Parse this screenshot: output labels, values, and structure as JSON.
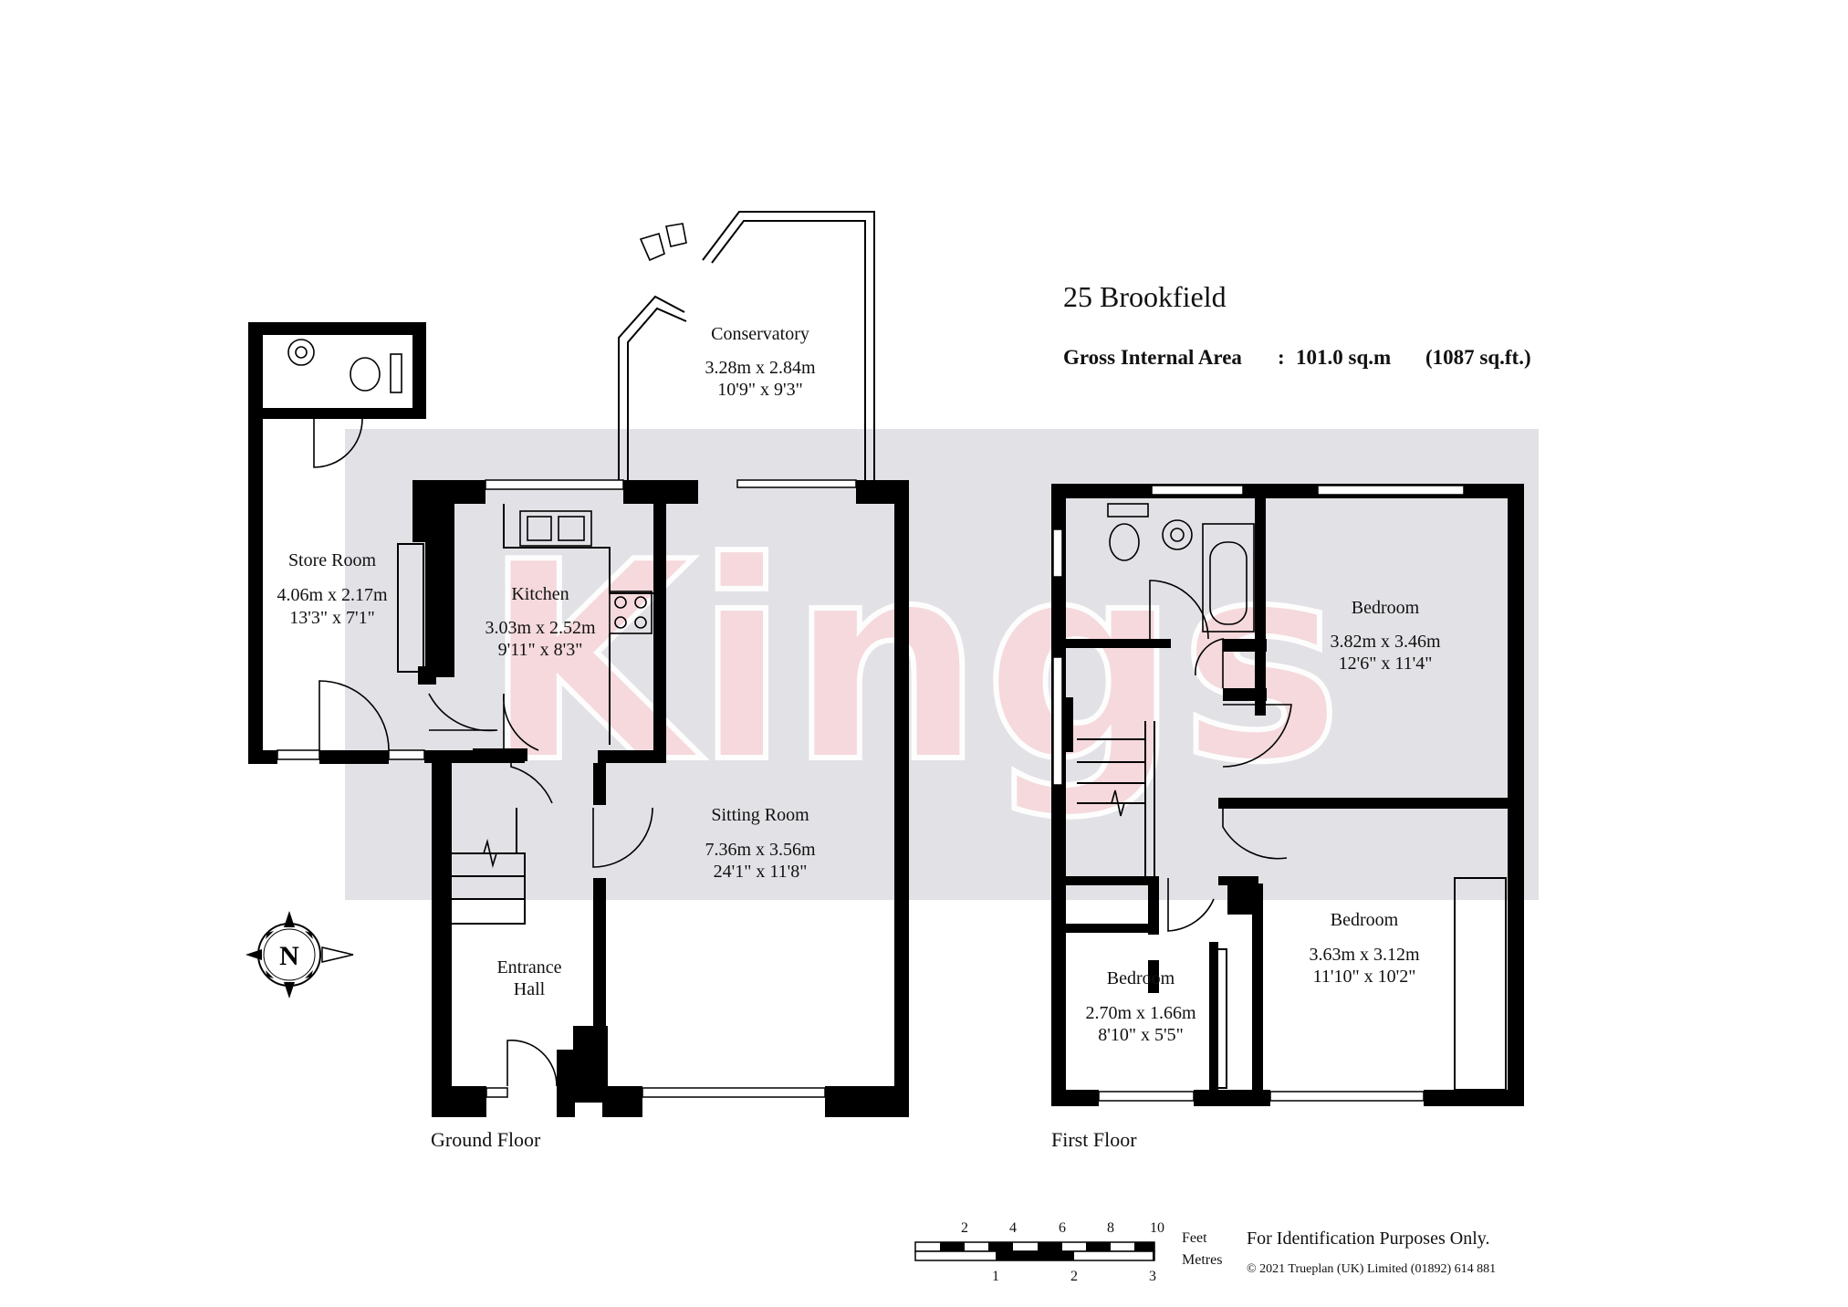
{
  "property": {
    "title": "25 Brookfield",
    "area_label": "Gross Internal Area",
    "area_value": "101.0 sq.m",
    "area_imperial": "(1087 sq.ft.)"
  },
  "watermark": {
    "text": "Kings",
    "colors": {
      "band": "#e2e2e6",
      "letters": "#f7d9dc",
      "outline": "#ffffff"
    }
  },
  "floors": {
    "ground": {
      "label": "Ground Floor",
      "rooms": [
        {
          "id": "conservatory",
          "name": "Conservatory",
          "metric": "3.28m  x  2.84m",
          "imperial": "10'9\"  x  9'3\""
        },
        {
          "id": "store",
          "name": "Store Room",
          "metric": "4.06m  x  2.17m",
          "imperial": "13'3\"  x  7'1\""
        },
        {
          "id": "kitchen",
          "name": "Kitchen",
          "metric": "3.03m  x  2.52m",
          "imperial": "9'11\"  x  8'3\""
        },
        {
          "id": "sitting",
          "name": "Sitting Room",
          "metric": "7.36m  x  3.56m",
          "imperial": "24'1\"  x  11'8\""
        },
        {
          "id": "hall",
          "name": "Entrance",
          "name2": "Hall"
        }
      ]
    },
    "first": {
      "label": "First Floor",
      "rooms": [
        {
          "id": "bed1",
          "name": "Bedroom",
          "metric": "3.82m  x  3.46m",
          "imperial": "12'6\"  x  11'4\""
        },
        {
          "id": "bed2",
          "name": "Bedroom",
          "metric": "3.63m  x  3.12m",
          "imperial": "11'10\"  x  10'2\""
        },
        {
          "id": "bed3",
          "name": "Bedroom",
          "metric": "2.70m  x  1.66m",
          "imperial": "8'10\"  x  5'5\""
        }
      ]
    }
  },
  "compass": {
    "letter": "N"
  },
  "scale": {
    "feet_ticks": [
      "2",
      "4",
      "6",
      "8",
      "10"
    ],
    "metre_ticks": [
      "1",
      "2",
      "3"
    ],
    "feet_label": "Feet",
    "metres_label": "Metres"
  },
  "footer": {
    "disclaimer": "For Identification Purposes Only.",
    "copyright": "© 2021 Trueplan (UK) Limited  (01892) 614 881"
  }
}
